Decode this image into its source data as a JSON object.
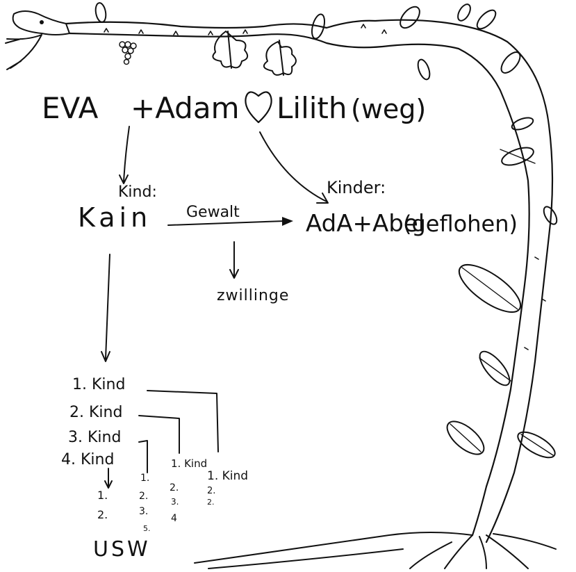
{
  "colors": {
    "ink": "#111111",
    "paper": "#ffffff"
  },
  "header": {
    "eva": "EVA",
    "plus_adam": "+Adam",
    "lilith": "Lilith",
    "weg": "(weg)"
  },
  "kain": {
    "caption": "Kind:",
    "name": "Kain"
  },
  "relation": {
    "label": "Gewalt"
  },
  "ada": {
    "caption": "Kinder:",
    "names": "AdA+Abel",
    "note": "(geflohen)"
  },
  "twins": {
    "label": "zwillinge"
  },
  "children": [
    "1. Kind",
    "2. Kind",
    "3. Kind",
    "4. Kind"
  ],
  "grandchildren": [
    "1. Kind",
    "1. Kind"
  ],
  "sub_lists": [
    [
      "1.",
      "2."
    ],
    [
      "1.",
      "2.",
      "3.",
      "5."
    ],
    [
      "2.",
      "3.",
      "4"
    ],
    [
      "2.",
      "2."
    ]
  ],
  "ending": "USW"
}
